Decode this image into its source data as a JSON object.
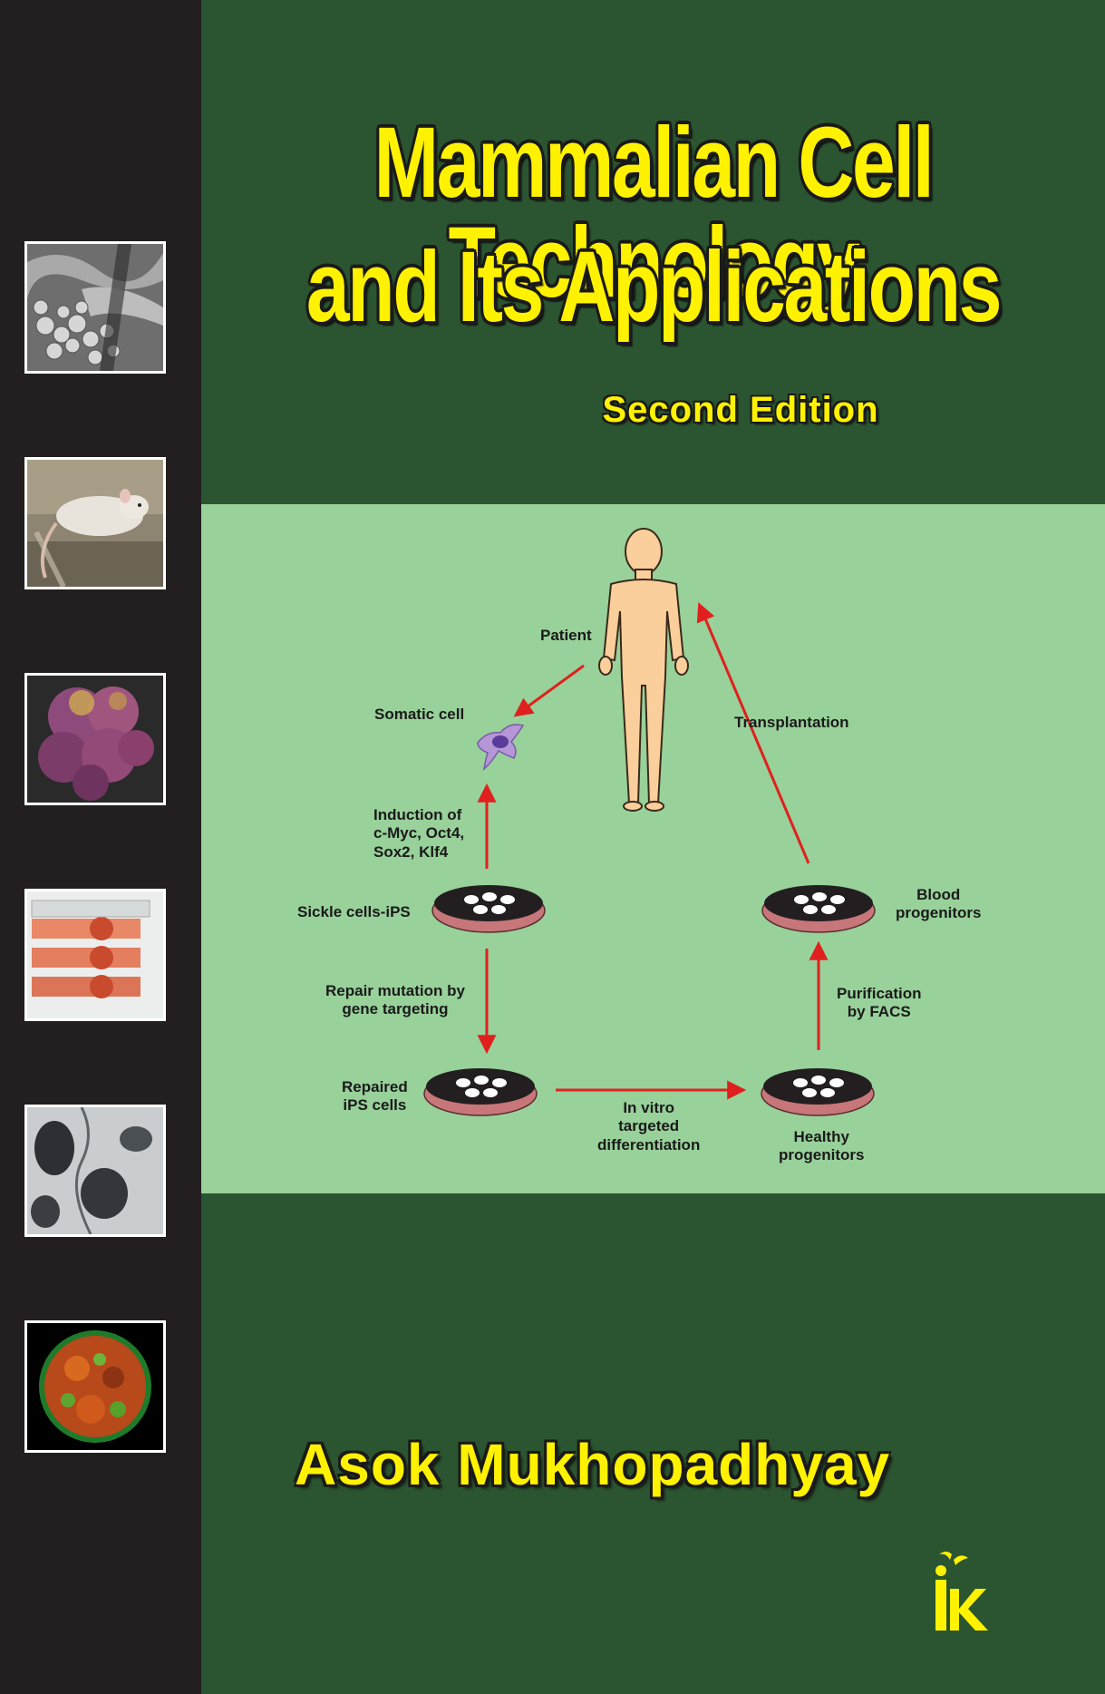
{
  "cover": {
    "title_line1": "Mammalian Cell Technology",
    "title_line2": "and Its Applications",
    "edition": "Second Edition",
    "author": "Asok Mukhopadhyay"
  },
  "diagram": {
    "patient": "Patient",
    "somatic_cell": "Somatic cell",
    "induction_line1": "Induction of",
    "induction_line2": "c-Myc, Oct4,",
    "induction_line3": "Sox2, Klf4",
    "sickle_ips": "Sickle cells-iPS",
    "repair_line1": "Repair mutation by",
    "repair_line2": "gene targeting",
    "repaired_line1": "Repaired",
    "repaired_line2": "iPS cells",
    "invitro_line1": "In vitro",
    "invitro_line2": "targeted",
    "invitro_line3": "differentiation",
    "healthy_line1": "Healthy",
    "healthy_line2": "progenitors",
    "purification_line1": "Purification",
    "purification_line2": "by FACS",
    "blood_line1": "Blood",
    "blood_line2": "progenitors",
    "transplantation": "Transplantation"
  },
  "colors": {
    "sidebar": "#231f20",
    "background": "#2b5530",
    "panel": "#98d19a",
    "title": "#fff200",
    "arrow": "#e0201e",
    "dish_rim": "#c7767a",
    "skin": "#fbcf9c"
  },
  "sidebar_images": [
    "electron-micrograph-cells",
    "lab-mouse",
    "embryo-cells",
    "culture-flasks",
    "tissue-micrograph",
    "fluorescent-spheroid"
  ],
  "logo": "ik-publisher-logo"
}
